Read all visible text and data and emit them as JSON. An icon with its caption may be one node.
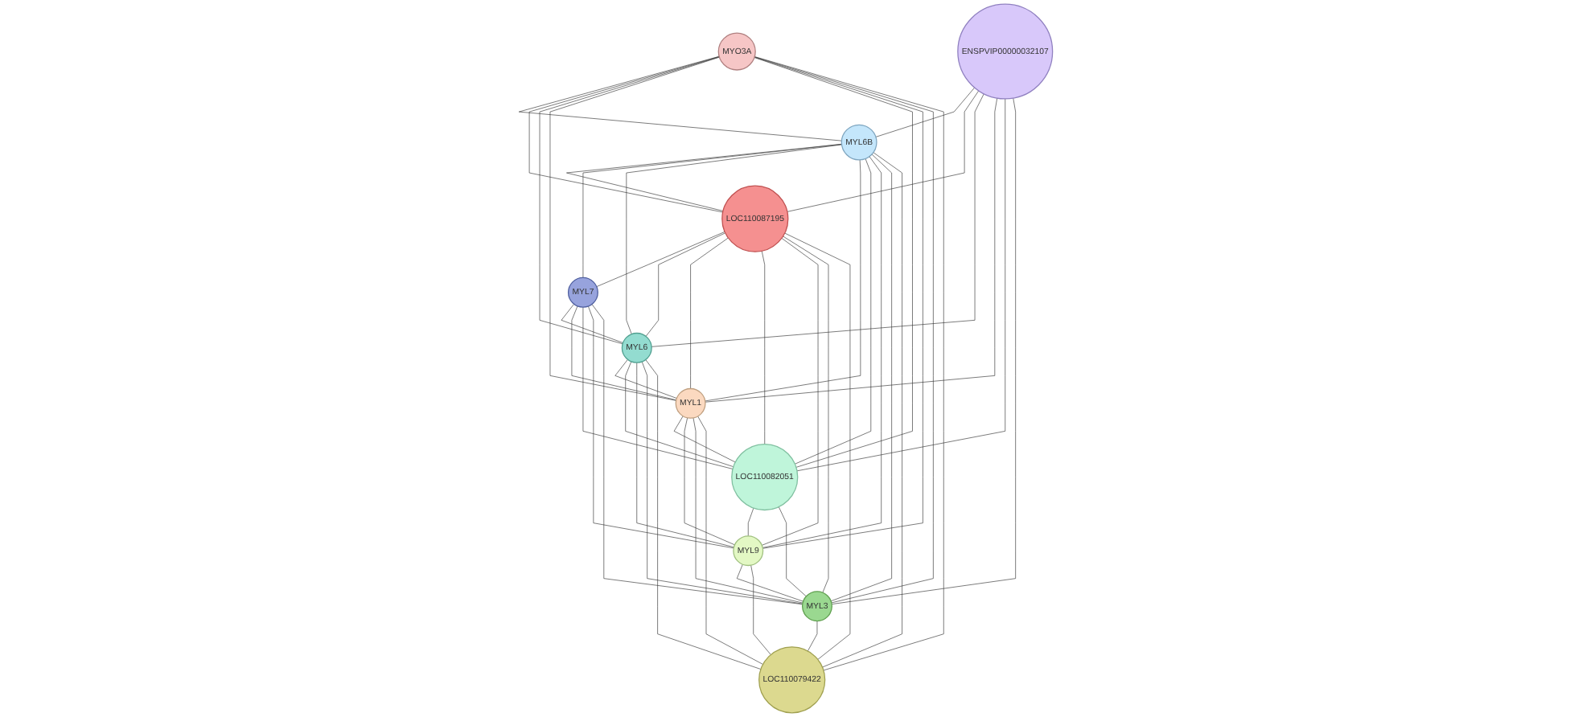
{
  "diagram": {
    "nodes": [
      {
        "text": [
          "MYO3A"
        ]
      },
      {
        "text": [
          "ENSPVIP00000032107"
        ]
      },
      {
        "text": [
          "MYL6B"
        ]
      },
      {
        "text": [
          "LOC110087195"
        ]
      },
      {
        "text": [
          "MYL7"
        ]
      },
      {
        "text": [
          "MYL6"
        ]
      },
      {
        "text": [
          "MYL1"
        ]
      },
      {
        "text": [
          "LOC110082051"
        ]
      },
      {
        "text": [
          "MYL9"
        ]
      },
      {
        "text": [
          "MYL3"
        ]
      },
      {
        "text": [
          "LOC110079422"
        ]
      }
    ],
    "edges": [
      {
        "from": 0,
        "to": 2,
        "arrow": "none"
      },
      {
        "from": 0,
        "to": 3,
        "arrow": "none"
      },
      {
        "from": 0,
        "to": 5,
        "arrow": "none"
      },
      {
        "from": 0,
        "to": 6,
        "arrow": "none"
      },
      {
        "from": 0,
        "to": 7,
        "arrow": "none"
      },
      {
        "from": 0,
        "to": 8,
        "arrow": "none"
      },
      {
        "from": 0,
        "to": 9,
        "arrow": "none"
      },
      {
        "from": 0,
        "to": 10,
        "arrow": "none"
      },
      {
        "from": 1,
        "to": 2,
        "arrow": "none"
      },
      {
        "from": 1,
        "to": 3,
        "arrow": "none"
      },
      {
        "from": 1,
        "to": 5,
        "arrow": "none"
      },
      {
        "from": 1,
        "to": 6,
        "arrow": "none"
      },
      {
        "from": 1,
        "to": 7,
        "arrow": "none"
      },
      {
        "from": 1,
        "to": 9,
        "arrow": "none"
      },
      {
        "from": 2,
        "to": 3,
        "arrow": "none"
      },
      {
        "from": 2,
        "to": 4,
        "arrow": "none"
      },
      {
        "from": 2,
        "to": 5,
        "arrow": "none"
      },
      {
        "from": 2,
        "to": 6,
        "arrow": "none"
      },
      {
        "from": 2,
        "to": 7,
        "arrow": "none"
      },
      {
        "from": 2,
        "to": 8,
        "arrow": "none"
      },
      {
        "from": 2,
        "to": 9,
        "arrow": "none"
      },
      {
        "from": 2,
        "to": 10,
        "arrow": "none"
      },
      {
        "from": 3,
        "to": 4,
        "arrow": "none"
      },
      {
        "from": 3,
        "to": 5,
        "arrow": "none"
      },
      {
        "from": 3,
        "to": 6,
        "arrow": "none"
      },
      {
        "from": 3,
        "to": 7,
        "arrow": "none"
      },
      {
        "from": 3,
        "to": 8,
        "arrow": "none"
      },
      {
        "from": 3,
        "to": 9,
        "arrow": "none"
      },
      {
        "from": 3,
        "to": 10,
        "arrow": "none"
      },
      {
        "from": 4,
        "to": 5,
        "arrow": "none"
      },
      {
        "from": 4,
        "to": 6,
        "arrow": "none"
      },
      {
        "from": 4,
        "to": 7,
        "arrow": "none"
      },
      {
        "from": 4,
        "to": 8,
        "arrow": "none"
      },
      {
        "from": 4,
        "to": 9,
        "arrow": "none"
      },
      {
        "from": 5,
        "to": 6,
        "arrow": "none"
      },
      {
        "from": 5,
        "to": 7,
        "arrow": "none"
      },
      {
        "from": 5,
        "to": 8,
        "arrow": "none"
      },
      {
        "from": 5,
        "to": 9,
        "arrow": "none"
      },
      {
        "from": 5,
        "to": 10,
        "arrow": "none"
      },
      {
        "from": 6,
        "to": 7,
        "arrow": "none"
      },
      {
        "from": 6,
        "to": 8,
        "arrow": "none"
      },
      {
        "from": 6,
        "to": 9,
        "arrow": "none"
      },
      {
        "from": 6,
        "to": 10,
        "arrow": "none"
      },
      {
        "from": 7,
        "to": 8,
        "arrow": "none"
      },
      {
        "from": 7,
        "to": 9,
        "arrow": "none"
      },
      {
        "from": 8,
        "to": 9,
        "arrow": "none"
      },
      {
        "from": 8,
        "to": 10,
        "arrow": "none"
      },
      {
        "from": 9,
        "to": 10,
        "arrow": "none"
      }
    ]
  }
}
